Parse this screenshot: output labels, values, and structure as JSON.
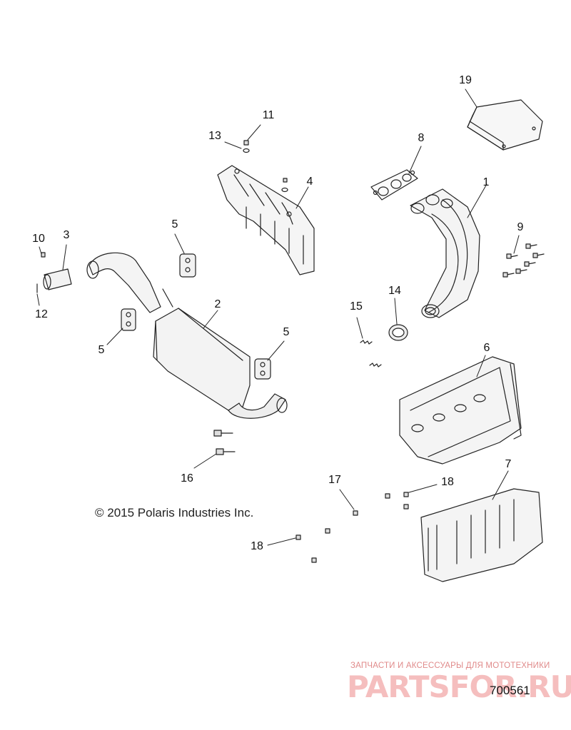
{
  "callouts": [
    {
      "id": "c1",
      "label": "1"
    },
    {
      "id": "c2",
      "label": "2"
    },
    {
      "id": "c3",
      "label": "3"
    },
    {
      "id": "c4",
      "label": "4"
    },
    {
      "id": "c5a",
      "label": "5"
    },
    {
      "id": "c5b",
      "label": "5"
    },
    {
      "id": "c5c",
      "label": "5"
    },
    {
      "id": "c6",
      "label": "6"
    },
    {
      "id": "c7",
      "label": "7"
    },
    {
      "id": "c8",
      "label": "8"
    },
    {
      "id": "c9",
      "label": "9"
    },
    {
      "id": "c10",
      "label": "10"
    },
    {
      "id": "c11",
      "label": "11"
    },
    {
      "id": "c12",
      "label": "12"
    },
    {
      "id": "c13",
      "label": "13"
    },
    {
      "id": "c14",
      "label": "14"
    },
    {
      "id": "c15",
      "label": "15"
    },
    {
      "id": "c16",
      "label": "16"
    },
    {
      "id": "c17",
      "label": "17"
    },
    {
      "id": "c18a",
      "label": "18"
    },
    {
      "id": "c18b",
      "label": "18"
    },
    {
      "id": "c19",
      "label": "19"
    }
  ],
  "copyright": "© 2015 Polaris Industries Inc.",
  "diagram_id": "700561",
  "watermark": {
    "tagline": "ЗАПЧАСТИ И АКСЕССУАРЫ ДЛЯ МОТОТЕХНИКИ",
    "brand": "PARTSFOR.RU"
  }
}
